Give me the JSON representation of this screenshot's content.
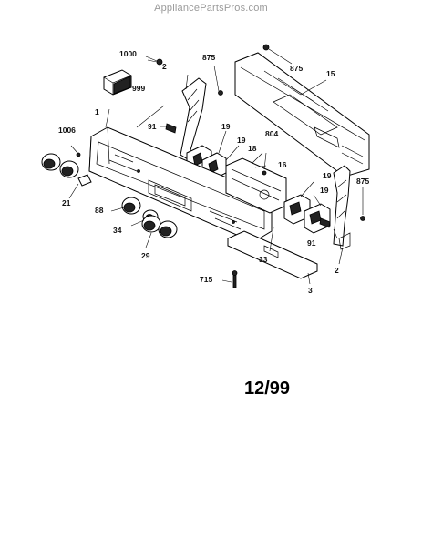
{
  "watermark": "AppliancePartsPros.com",
  "date_code": "12/99",
  "labels": {
    "l1000": "1000",
    "l999": "999",
    "l2a": "2",
    "l875a": "875",
    "l875b": "875",
    "l15": "15",
    "l1": "1",
    "l91a": "91",
    "l19a": "19",
    "l19b": "19",
    "l804": "804",
    "l18": "18",
    "l16": "16",
    "l1006": "1006",
    "l21": "21",
    "l88": "88",
    "l34": "34",
    "l29": "29",
    "l19c": "19",
    "l19d": "19",
    "l875c": "875",
    "l33": "33",
    "l91b": "91",
    "l2b": "2",
    "l715": "715",
    "l3": "3"
  }
}
